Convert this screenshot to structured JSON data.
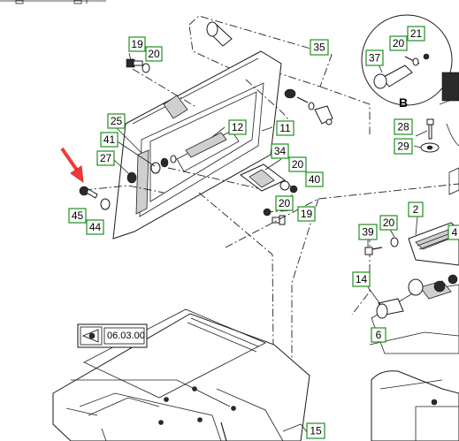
{
  "callouts": [
    "19",
    "20",
    "35",
    "37",
    "20",
    "21",
    "25",
    "12",
    "11",
    "41",
    "27",
    "34",
    "20",
    "40",
    "20",
    "19",
    "45",
    "44",
    "28",
    "29",
    "2",
    "20",
    "39",
    "4",
    "14",
    "6",
    "15"
  ],
  "detail_label": "B",
  "view_reference": "06.03.00",
  "colors": {
    "callout_border": "#1f8f1f",
    "pointer_arrow": "#f03a3a"
  },
  "icons": [
    "eye-view-icon"
  ]
}
